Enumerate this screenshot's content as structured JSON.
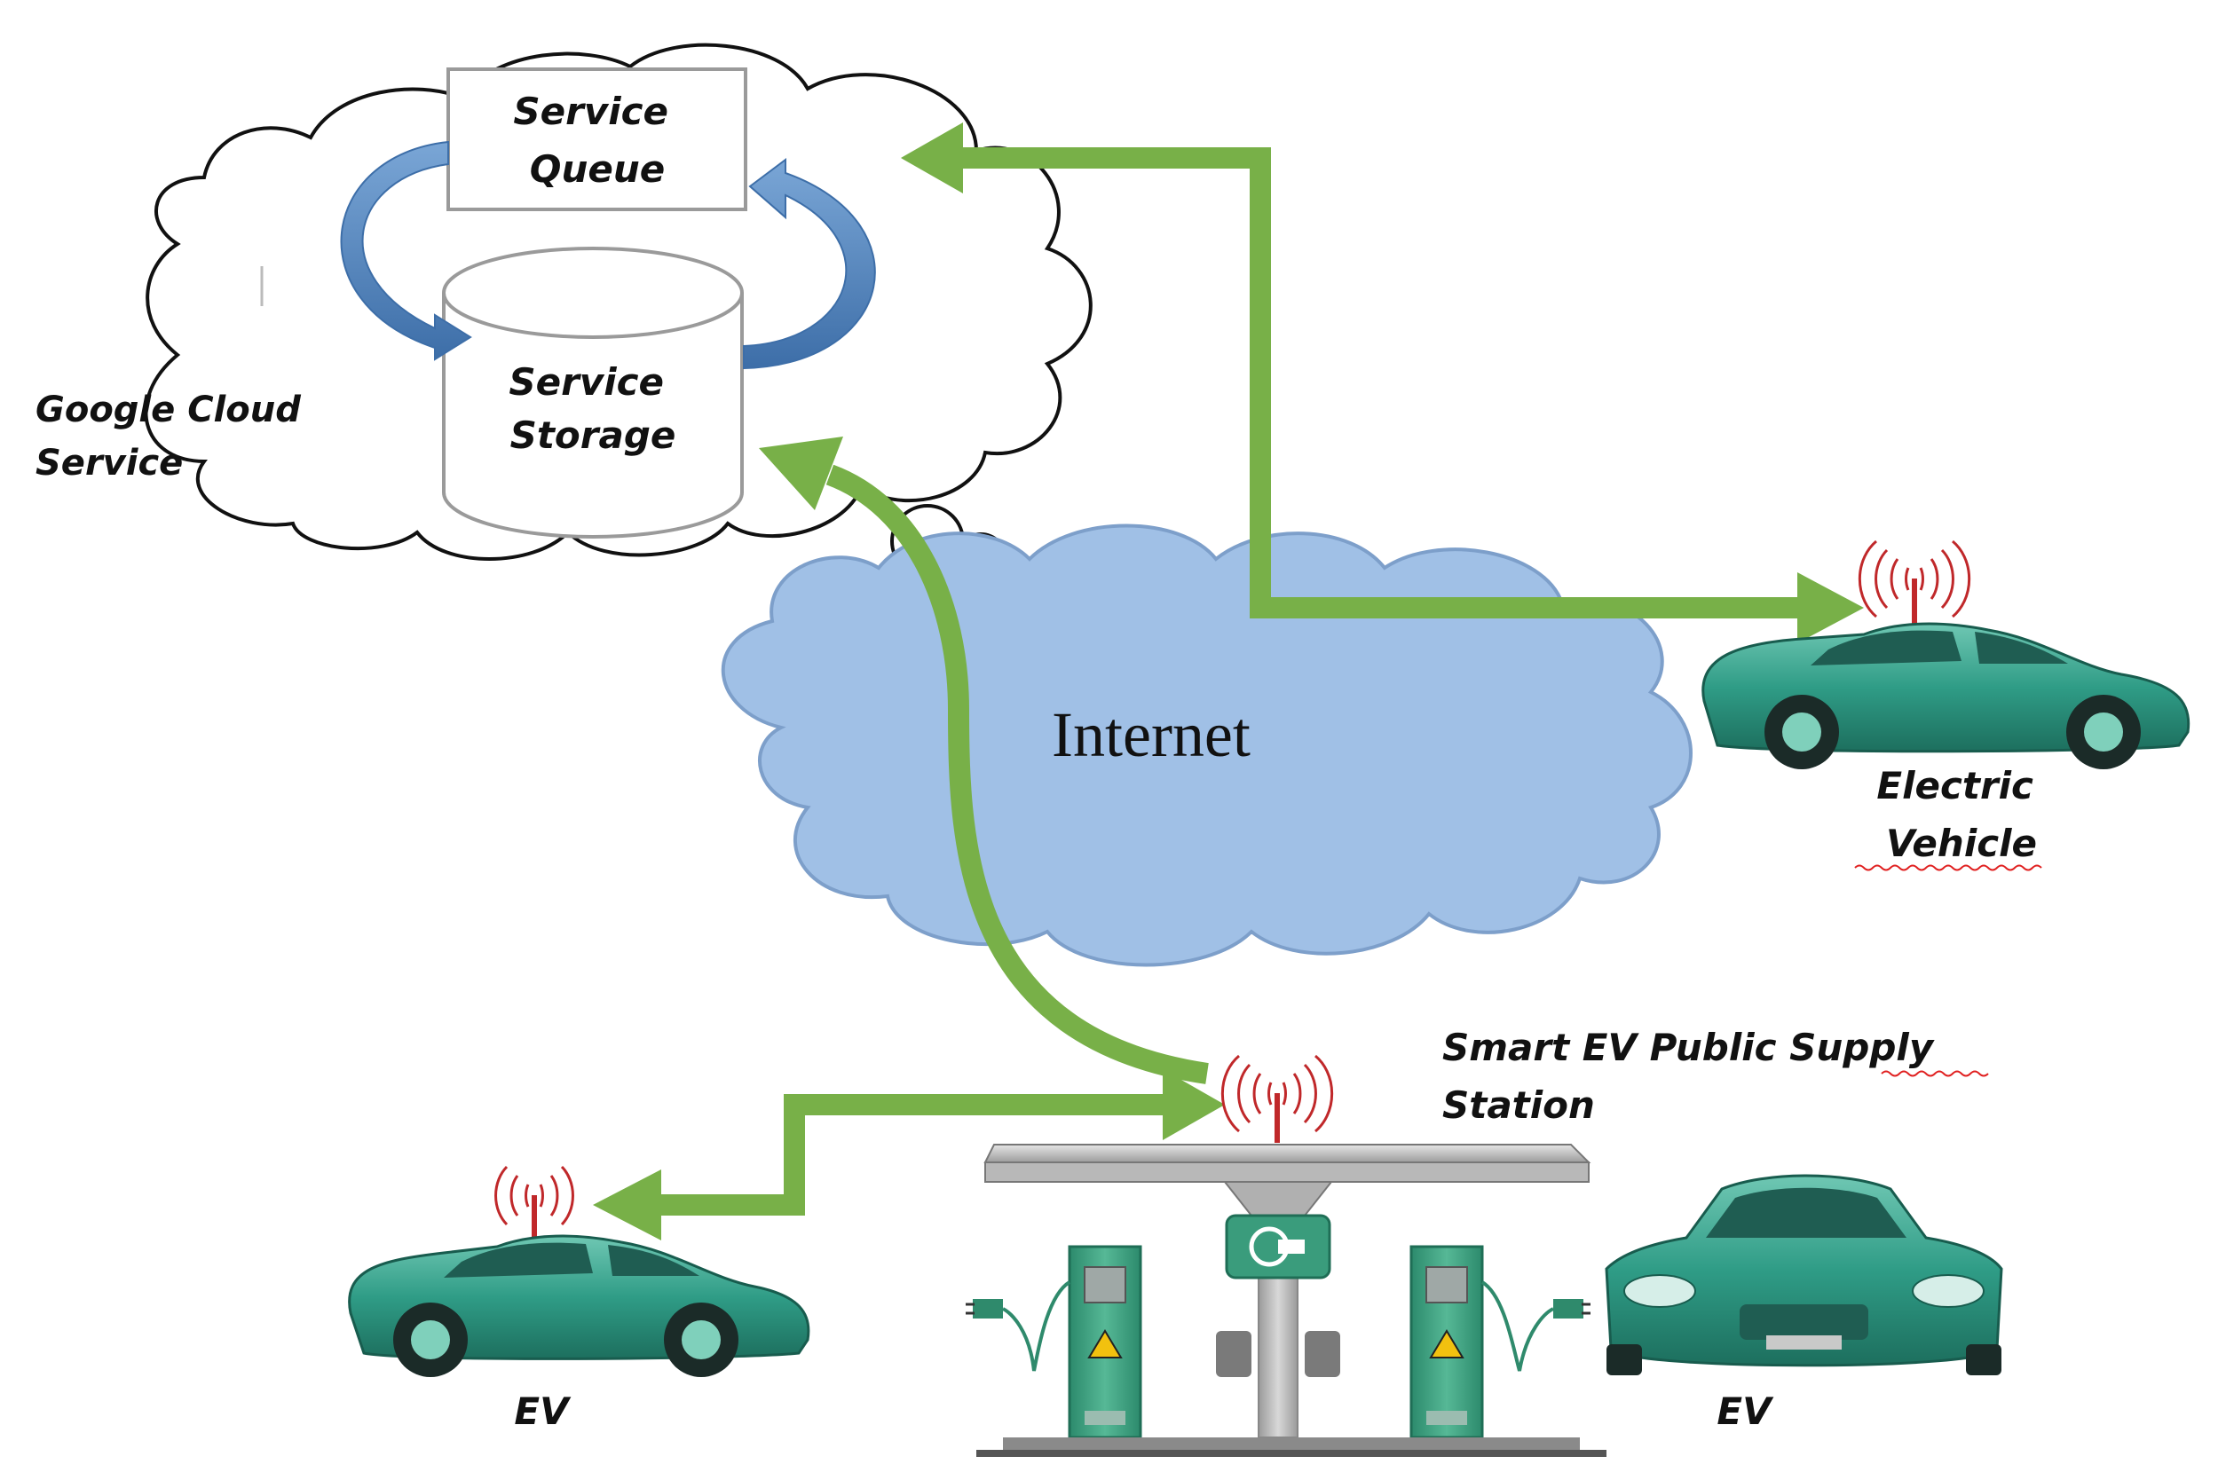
{
  "labels": {
    "cloud_service": [
      "Google Cloud",
      "Service"
    ],
    "service_queue": [
      "Service",
      "Queue"
    ],
    "service_storage": [
      "Service",
      "Storage"
    ],
    "internet": "Internet",
    "electric_vehicle": [
      "Electric",
      "Vehicle"
    ],
    "station": [
      "Smart EV Public Supply",
      "Station"
    ],
    "ev_left": "EV",
    "ev_right": "EV"
  },
  "colors": {
    "link_arrow": "#78b048",
    "sync_arrow": "#4f80b8",
    "internet_cloud": "#a0c0e6",
    "vehicle_body": "#2f9c86",
    "station_green": "#3a9c7c",
    "antenna_red": "#c0282a",
    "spellcheck_underline": "#e02020"
  },
  "icons": [
    "cloud-outline-icon",
    "internet-cloud-icon",
    "database-icon",
    "antenna-signal-icon",
    "electric-car-icon",
    "charging-station-icon",
    "plug-icon",
    "warning-icon"
  ]
}
